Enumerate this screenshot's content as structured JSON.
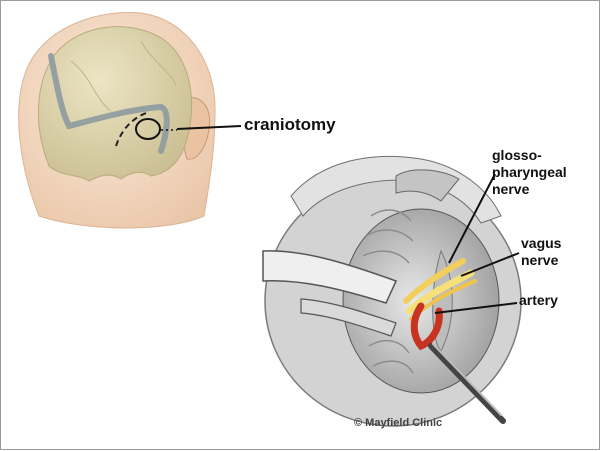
{
  "labels": {
    "craniotomy": "craniotomy",
    "glossopharyngeal_line1": "glosso-",
    "glossopharyngeal_line2": "pharyngeal",
    "glossopharyngeal_line3": "nerve",
    "vagus_line1": "vagus",
    "vagus_line2": "nerve",
    "artery": "artery"
  },
  "credit": "© Mayfield Clinic",
  "colors": {
    "skin": "#f6dfc9",
    "skull": "#dcd3ae",
    "incision": "#8d9a9e",
    "nerve": "#f2cf5a",
    "artery": "#c8331f",
    "frame": "#9a9a9a"
  }
}
